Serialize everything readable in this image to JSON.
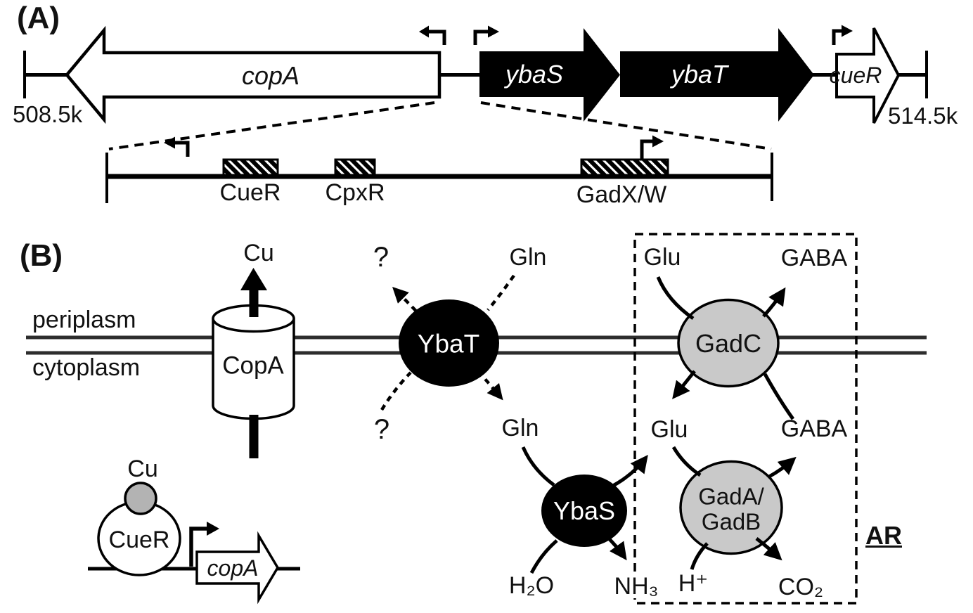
{
  "figure": {
    "type": "two-panel scientific figure",
    "colors": {
      "gene_dark_fill": "#000000",
      "protein_gray": "#c9c9c9",
      "cu_gray": "#b3b3b3",
      "membrane_line": "#2d2d2d",
      "ink": "#111111"
    }
  },
  "panel_a": {
    "label": "(A)",
    "coord_left": "508.5k",
    "coord_right": "514.5k",
    "genes": {
      "copA": "copA",
      "ybaS": "ybaS",
      "ybaT": "ybaT",
      "cueR": "cueR"
    },
    "binding_sites": [
      "CueR",
      "CpxR",
      "GadX/W"
    ]
  },
  "panel_b": {
    "label": "(B)",
    "compartments": {
      "top": "periplasm",
      "bottom": "cytoplasm"
    },
    "proteins": {
      "copa": "CopA",
      "ybat": "YbaT",
      "gadc": "GadC",
      "ybas": "YbaS",
      "gada_line1": "GadA/",
      "gada_line2": "GadB",
      "cuer": "CueR"
    },
    "metabolites": {
      "cu": "Cu",
      "question": "?",
      "gln": "Gln",
      "glu": "Glu",
      "gaba": "GABA",
      "h2o": "H₂O",
      "nh3": "NH₃",
      "h_plus": "H⁺",
      "co2": "CO₂"
    },
    "gene_small": "copA",
    "ar_label": "AR"
  }
}
